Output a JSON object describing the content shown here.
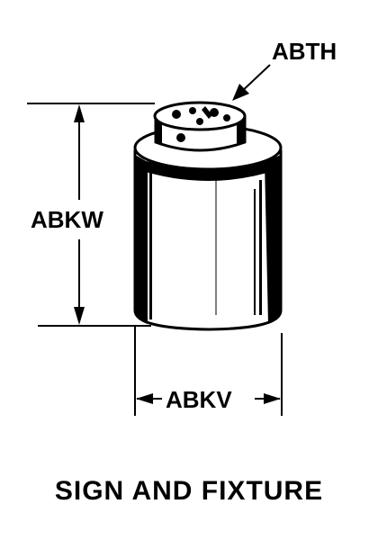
{
  "labels": {
    "top_connector": "ABTH",
    "height": "ABKW",
    "diameter": "ABKV"
  },
  "caption": "SIGN AND FIXTURE",
  "colors": {
    "ink": "#000000",
    "paper": "#ffffff"
  }
}
